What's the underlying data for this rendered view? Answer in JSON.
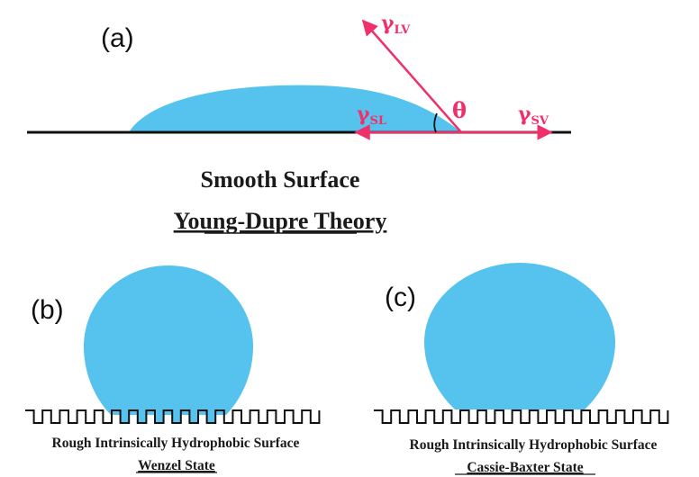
{
  "panels": {
    "a": {
      "label": "(a)",
      "title": "Smooth Surface",
      "subtitle": "Young-Dupre Theory",
      "vectors": {
        "lv": {
          "symbol": "γ",
          "sub": "LV"
        },
        "sl": {
          "symbol": "γ",
          "sub": "SL"
        },
        "sv": {
          "symbol": "γ",
          "sub": "SV"
        }
      },
      "angle_symbol": "θ"
    },
    "b": {
      "label": "(b)",
      "caption": "Rough Intrinsically Hydrophobic Surface",
      "state": "Wenzel State"
    },
    "c": {
      "label": "(c)",
      "caption": "Rough Intrinsically Hydrophobic Surface",
      "state": "Cassie-Baxter State"
    }
  },
  "colors": {
    "droplet": "#55c3ee",
    "vector": "#f0306a",
    "line": "#111111",
    "text": "#1a1a1a"
  }
}
